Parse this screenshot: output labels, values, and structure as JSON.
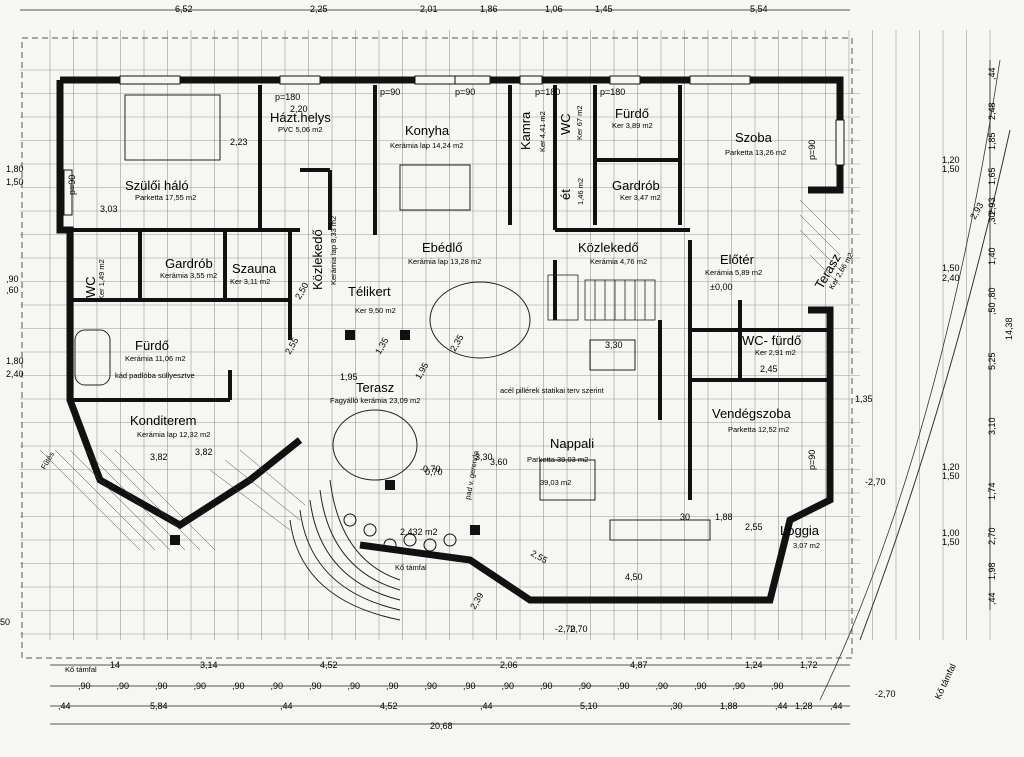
{
  "rooms": {
    "szuloi": {
      "name": "Szülői háló",
      "info": "Parketta 17,55 m2"
    },
    "haztart": {
      "name": "Házt.helys",
      "info": "PVC 5,06 m2"
    },
    "konyha": {
      "name": "Konyha",
      "info": "Kerámia lap 14,24 m2"
    },
    "kamra": {
      "name": "Kamra",
      "info": "Ker 4,41 m2"
    },
    "wc1": {
      "name": "WC",
      "info": "Ker 67 m2"
    },
    "furdo1": {
      "name": "Fürdő",
      "info": "Ker 3,89 m2"
    },
    "szoba": {
      "name": "Szoba",
      "info": "Parketta 13,26 m2"
    },
    "gardrob1": {
      "name": "Gardrób",
      "info": "Ker 3,47 m2"
    },
    "gardrob2": {
      "name": "Gardrób",
      "info": "Kerámia 3,55 m2"
    },
    "szauna": {
      "name": "Szauna",
      "info": "Ker 3,11 m2"
    },
    "kozlekedo1": {
      "name": "Közlekedő",
      "info": "Kerámia lap 8,33 m2"
    },
    "ebedlo": {
      "name": "Ebédlő",
      "info": "Kerámia lap 13,28 m2"
    },
    "kozlekedo2": {
      "name": "Közlekedő",
      "info": "Kerámia 4,76 m2"
    },
    "eloter": {
      "name": "Előtér",
      "info": "Kerámia 5,89 m2"
    },
    "wc2": {
      "name": "WC",
      "info": "Ker 1,49 m2"
    },
    "furdo2": {
      "name": "Fürdő",
      "info": "Kerámia 11,06 m2"
    },
    "telikert": {
      "name": "Télikert",
      "info": "Ker 9,50 m2"
    },
    "wcfurdo": {
      "name": "WC- fürdő",
      "info": "Ker 2,91 m2"
    },
    "terasz": {
      "name": "Terasz",
      "info": "Fagyálló kerámia 23,09 m2"
    },
    "konditerem": {
      "name": "Konditerem",
      "info": "Kerámia lap 12,32 m2"
    },
    "nappali": {
      "name": "Nappali",
      "info": "Parketta 39,03 m2"
    },
    "vendegszoba": {
      "name": "Vendégszoba",
      "info": "Parketta 12,52 m2"
    },
    "loggia": {
      "name": "Loggia",
      "info": "3,07 m2"
    },
    "terasz2": {
      "name": "Terasz",
      "info": "Ker 2,66 m2"
    },
    "et": {
      "name": "ét",
      "info": "1,46 m2"
    }
  },
  "notes": {
    "pillar": "acél pillérek statikai terv szerint",
    "kotamfal1": "Kő támfal",
    "kotamfal2": "Kő támfal",
    "kad": "kád padlóba süllyesztve",
    "pad": "pad v. gerenda",
    "area2": "2,432 m2",
    "area3": "39,03 m2",
    "gep": "Fűtés"
  },
  "top_dims": [
    "6,52",
    "2,25",
    "2,01",
    "1,86",
    "1,06",
    "1,45",
    "5,54"
  ],
  "bottom_dims1": [
    "3,14",
    "4,52",
    "2,06",
    "4,87",
    "1,24",
    "1,72"
  ],
  "bottom_dims2": [
    ",90",
    ",90",
    ",90",
    ",90",
    ",90",
    ",90",
    ",90",
    ",90",
    ",90",
    ",90",
    ",90",
    ",90",
    ",90",
    ",90",
    ",90",
    ",90",
    ",90",
    ",90",
    ",90"
  ],
  "bottom_dims3": [
    ",44",
    "5,84",
    ",44",
    "4,52",
    ",44",
    "5,10",
    ",30",
    "1,88",
    ",44",
    "1,28",
    ",44"
  ],
  "total_dim": "20,68",
  "left_dims": [
    "1,80",
    "1,50",
    ",90",
    ",60",
    "1,80",
    "2,40"
  ],
  "right_dims": [
    "1,20",
    "1,50",
    "1,50",
    "2,40",
    "1,20",
    "1,50",
    "1,00",
    "1,50"
  ],
  "right_dims2": [
    ",44",
    "2,48",
    "1,85",
    "1,65",
    "2,93",
    ",30",
    "1,40",
    ",80",
    ",50",
    "5,25",
    "3,10",
    "1,74",
    "2,70",
    "1,98",
    ",44",
    "14,38"
  ],
  "levels": [
    "±0,00",
    "-0,70",
    "-2,70",
    "-2,70",
    "-2,70",
    "-2,70"
  ],
  "door_labels": [
    "p=180",
    "p=90",
    "p=90",
    "p=180",
    "p=180",
    "p=90",
    "p=90",
    "p=90"
  ],
  "misc_labels": [
    "2,20",
    "3,03",
    "2,23",
    "2,50",
    "2,55",
    "3,30",
    "2,45",
    "1,35",
    "3,82",
    "3,82",
    "3,60",
    "3,30",
    "2,55",
    "4,50",
    "2,93",
    "2,55",
    "1,88",
    "1,95",
    "1,95",
    "1,35",
    "2,35",
    "0,70",
    "2,39",
    "2,70",
    "50",
    "14",
    "30"
  ],
  "stamp": "Kő támfal"
}
